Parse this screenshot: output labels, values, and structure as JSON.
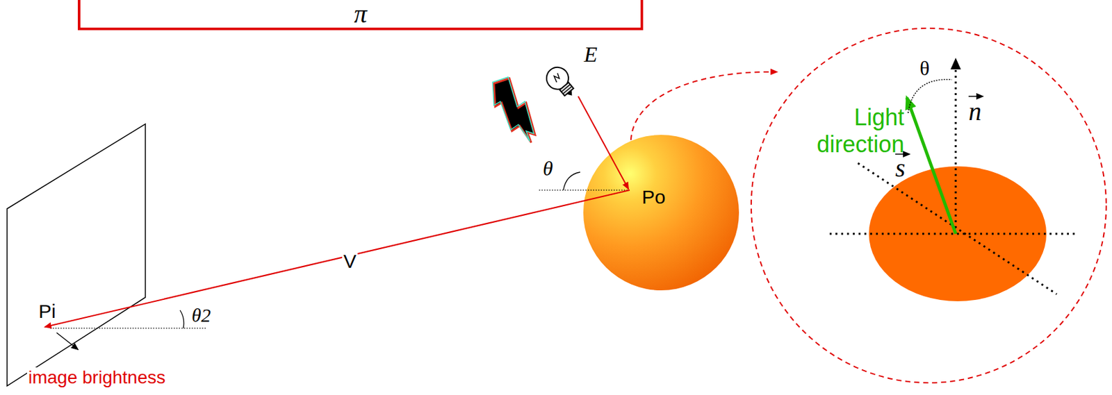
{
  "diagram": {
    "nodes": [
      {
        "text": [
          "π"
        ]
      }
    ],
    "labels": [
      "E",
      "θ",
      "Po",
      "V",
      "Pi",
      "θ2",
      "image brightness",
      "θ",
      "n",
      "Light direction",
      "s"
    ]
  }
}
